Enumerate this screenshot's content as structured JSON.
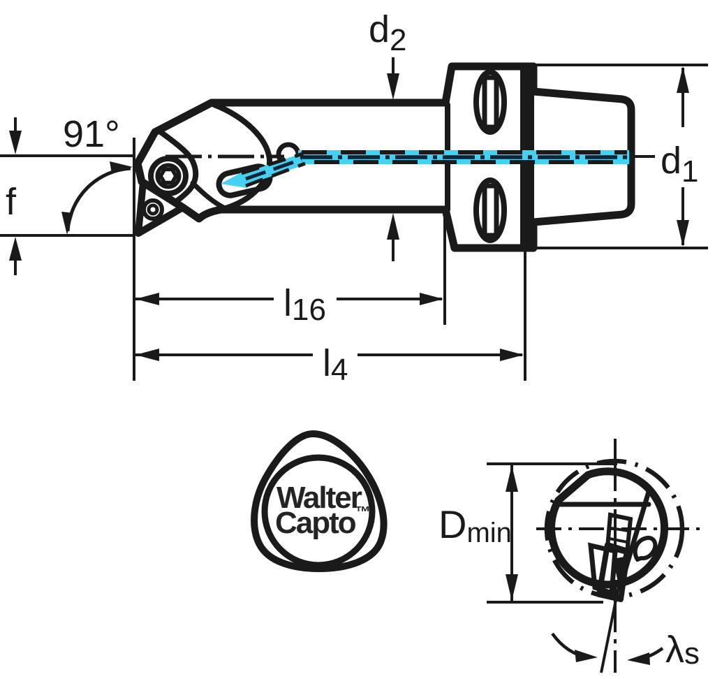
{
  "labels": {
    "angle_91": "91°",
    "f": "f",
    "d2": {
      "base": "d",
      "sub": "2"
    },
    "d1": {
      "base": "d",
      "sub": "1"
    },
    "l16": {
      "base": "l",
      "sub": "16"
    },
    "l4": {
      "base": "l",
      "sub": "4"
    },
    "d_min": {
      "base": "D",
      "sub": "min"
    },
    "lambda_s": {
      "base": "λ",
      "sub": "s"
    }
  },
  "logo": {
    "line1": "Walter",
    "line2": "Capto",
    "trademark": "™"
  },
  "colors": {
    "background": "#ffffff",
    "outline": "#1a1a1a",
    "body_gray": "#d5d8d9",
    "insert_gold": "#f5ca79",
    "logo_gold": "#f0b01c",
    "coolant_cyan": "#45d2f2",
    "coolant_core_navy": "#0e2438",
    "logo_text": "#242424",
    "white": "#ffffff"
  }
}
